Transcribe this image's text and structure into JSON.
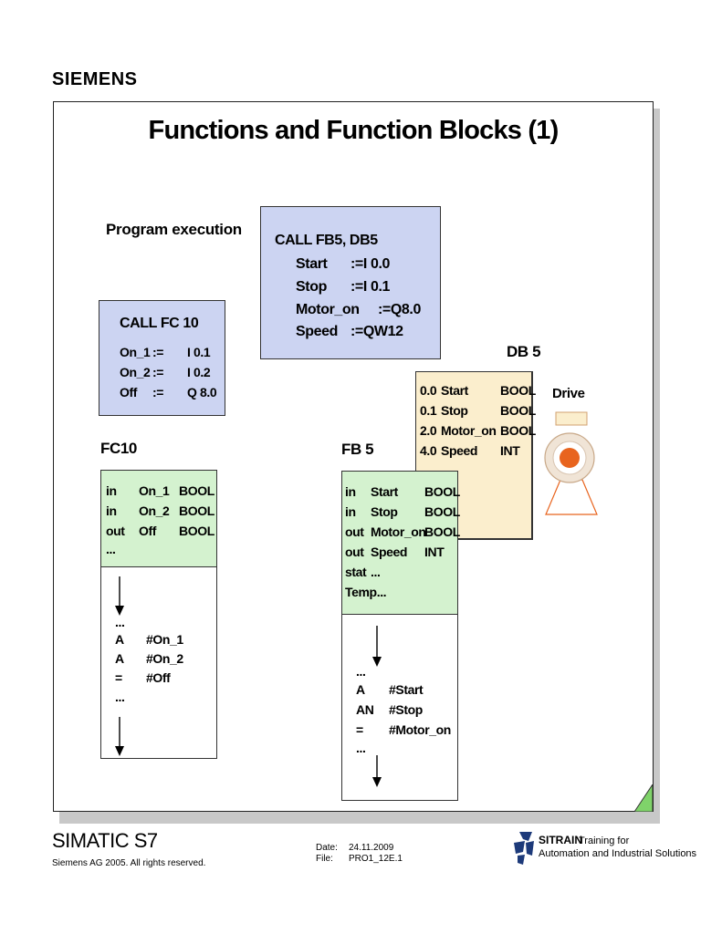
{
  "brand": "SIEMENS",
  "title": "Functions and Function Blocks (1)",
  "program_execution": "Program execution",
  "call_fb": {
    "line1": "CALL  FB5, DB5",
    "params": [
      {
        "name": "Start",
        "value": ":=I 0.0"
      },
      {
        "name": "Stop",
        "value": ":=I 0.1"
      },
      {
        "name": "Motor_on",
        "value": ":=Q8.0"
      },
      {
        "name": "Speed",
        "value": ":=QW12"
      }
    ]
  },
  "call_fc": {
    "line1": "CALL  FC  10",
    "params": [
      {
        "name": "On_1",
        "op": ":=",
        "value": "I 0.1"
      },
      {
        "name": "On_2",
        "op": ":=",
        "value": "I 0.2"
      },
      {
        "name": "Off",
        "op": ":=",
        "value": "Q 8.0"
      }
    ]
  },
  "db": {
    "label": "DB 5",
    "rows": [
      {
        "addr": "0.0",
        "name": "Start",
        "type": "BOOL"
      },
      {
        "addr": "0.1",
        "name": "Stop",
        "type": "BOOL"
      },
      {
        "addr": "2.0",
        "name": "Motor_on",
        "type": "BOOL"
      },
      {
        "addr": "4.0",
        "name": "Speed",
        "type": "INT"
      }
    ]
  },
  "drive_label": "Drive",
  "fb": {
    "label": "FB 5",
    "decl": [
      {
        "kind": "in",
        "name": "Start",
        "type": "BOOL"
      },
      {
        "kind": "in",
        "name": "Stop",
        "type": "BOOL"
      },
      {
        "kind": "out",
        "name": "Motor_on",
        "type": "BOOL"
      },
      {
        "kind": "out",
        "name": "Speed",
        "type": "INT"
      },
      {
        "kind": "stat",
        "name": "...",
        "type": ""
      },
      {
        "kind": "Temp...",
        "name": "",
        "type": ""
      }
    ],
    "code": [
      {
        "op": "...",
        "arg": ""
      },
      {
        "op": "A",
        "arg": "#Start"
      },
      {
        "op": "AN",
        "arg": "#Stop"
      },
      {
        "op": "=",
        "arg": "#Motor_on"
      },
      {
        "op": "...",
        "arg": ""
      }
    ]
  },
  "fc": {
    "label": "FC10",
    "decl": [
      {
        "kind": "in",
        "name": "On_1",
        "type": "BOOL"
      },
      {
        "kind": "in",
        "name": "On_2",
        "type": "BOOL"
      },
      {
        "kind": "out",
        "name": "Off",
        "type": "BOOL"
      },
      {
        "kind": "...",
        "name": "",
        "type": ""
      }
    ],
    "code": [
      {
        "op": "...",
        "arg": ""
      },
      {
        "op": "A",
        "arg": "#On_1"
      },
      {
        "op": "A",
        "arg": "#On_2"
      },
      {
        "op": "=",
        "arg": "#Off"
      },
      {
        "op": "...",
        "arg": ""
      }
    ]
  },
  "footer": {
    "product": "SIMATIC S7",
    "copyright": "Siemens AG 2005. All rights reserved.",
    "date_label": "Date:",
    "date": "24.11.2009",
    "file_label": "File:",
    "file": "PRO1_12E.1",
    "sitrain_name": "SITRAIN",
    "sitrain_tag1": "Training for",
    "sitrain_tag2": "Automation and Industrial Solutions"
  },
  "colors": {
    "call_box": "#ccd4f2",
    "db_box": "#fbeecd",
    "decl_box": "#d4f2cf",
    "drive_orange": "#e8641e",
    "corner_green": "#7fd36a",
    "logo_blue": "#1d3a7a"
  }
}
